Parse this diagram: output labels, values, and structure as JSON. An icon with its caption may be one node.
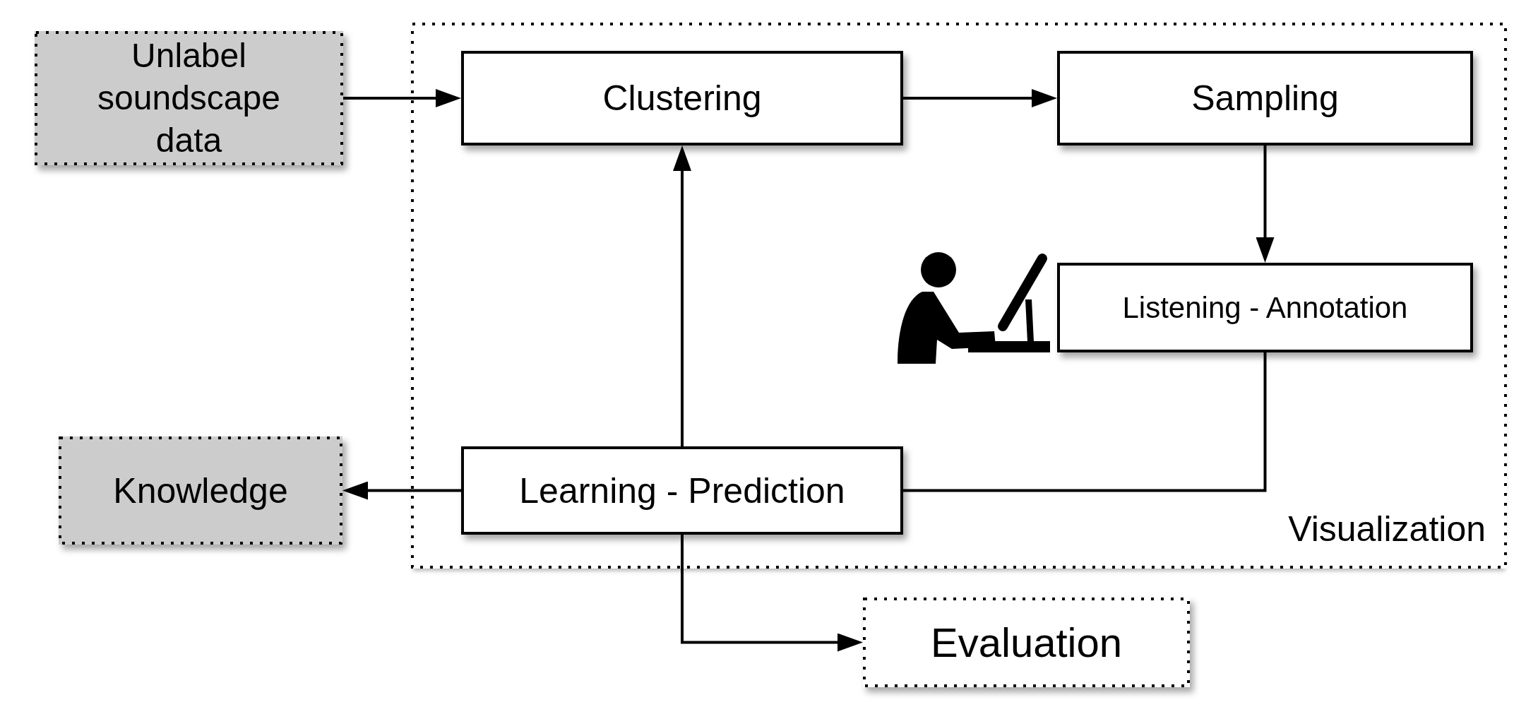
{
  "diagram": {
    "nodes": [
      {
        "text": [
          "Unlabel soundscape data"
        ]
      },
      {
        "text": [
          "Visualization"
        ]
      },
      {
        "text": [
          "Clustering"
        ],
        "in": 1
      },
      {
        "text": [
          "Sampling"
        ],
        "in": 1
      },
      {
        "text": [
          "Listening - Annotation"
        ],
        "in": 1
      },
      {
        "text": [
          "Knowledge"
        ]
      },
      {
        "text": [
          "Learning - Prediction"
        ],
        "in": 1
      },
      {
        "text": [
          "Evaluation"
        ]
      }
    ],
    "edges": [
      {
        "from": 0,
        "to": 2,
        "arrow": "to"
      },
      {
        "from": 2,
        "to": 3,
        "arrow": "to"
      },
      {
        "from": 3,
        "to": 4,
        "arrow": "to"
      },
      {
        "from": 4,
        "to": 6,
        "arrow": "none"
      },
      {
        "from": 6,
        "to": 2,
        "arrow": "to"
      },
      {
        "from": 6,
        "to": 5,
        "arrow": "to"
      },
      {
        "from": 6,
        "to": 7,
        "arrow": "to"
      }
    ]
  }
}
